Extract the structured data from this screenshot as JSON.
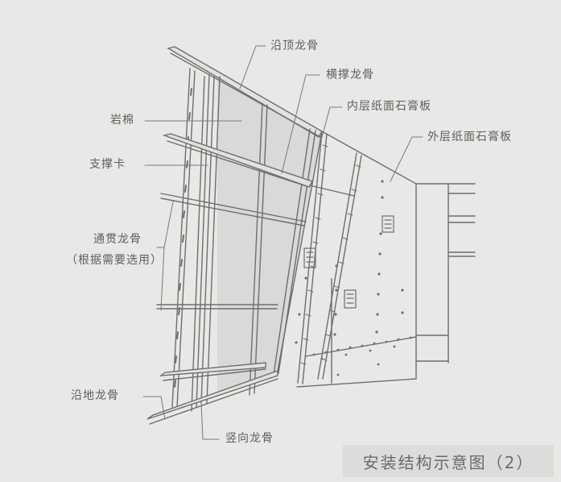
{
  "diagram": {
    "caption": "安装结构示意图（2）",
    "colors": {
      "background": "#e8e9e6",
      "line": "#6e6e6c",
      "insulation_fill": "#d9dad8",
      "label_text": "#5f605e"
    },
    "labels": {
      "top_track": "沿顶龙骨",
      "cross_brace": "横撑龙骨",
      "inner_gypsum": "内层纸面石膏板",
      "outer_gypsum": "外层纸面石膏板",
      "rock_wool": "岩棉",
      "support_clip": "支撑卡",
      "through_channel": "通贯龙骨",
      "through_channel_note": "（根据需要选用）",
      "floor_track": "沿地龙骨",
      "vertical_stud": "竖向龙骨"
    }
  }
}
